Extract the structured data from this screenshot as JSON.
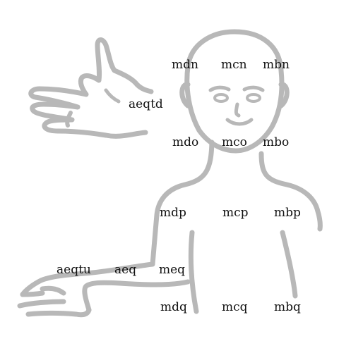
{
  "colors": {
    "outline": "#b8b8b8",
    "text": "#111111",
    "background": "#ffffff"
  },
  "labels": {
    "mdn": "mdn",
    "mcn": "mcn",
    "mbn": "mbn",
    "aeqtd": "aeqtd",
    "mdo": "mdo",
    "mco": "mco",
    "mbo": "mbo",
    "mdp": "mdp",
    "mcp": "mcp",
    "mbp": "mbp",
    "aeqtu": "aeqtu",
    "aeq": "aeq",
    "meq": "meq",
    "mdq": "mdq",
    "mcq": "mcq",
    "mbq": "mbq"
  }
}
